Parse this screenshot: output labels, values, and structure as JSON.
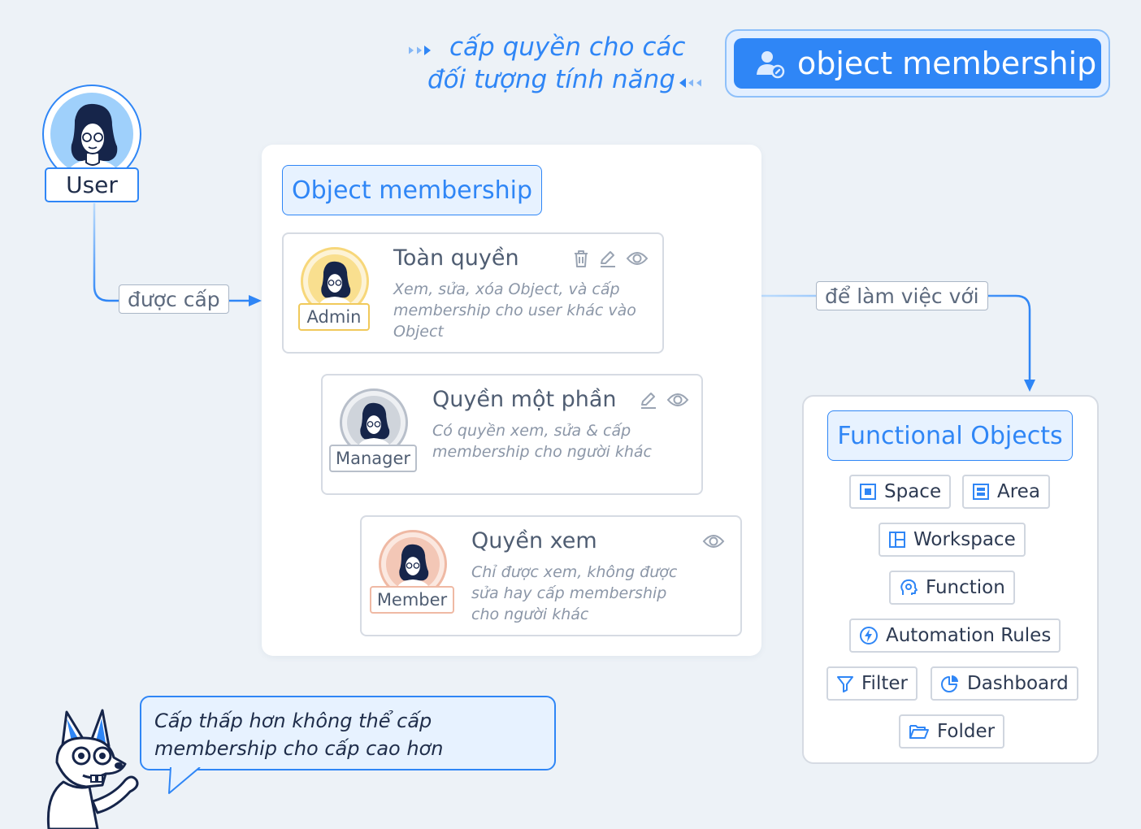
{
  "header": {
    "tagline_line1": "cấp quyền cho các",
    "tagline_line2": "đối tượng tính năng",
    "button_label": "object membership",
    "button_icon": "user-key-icon"
  },
  "user": {
    "label": "User"
  },
  "connectors": {
    "granted_label": "được cấp",
    "work_with_label": "để làm việc với"
  },
  "object_membership": {
    "title": "Object membership",
    "roles": [
      {
        "badge": "Admin",
        "title": "Toàn quyền",
        "description": "Xem, sửa, xóa Object, và cấp membership cho user khác vào Object",
        "actions": [
          "trash-icon",
          "edit-icon",
          "eye-icon"
        ],
        "ring_color": "#f7d77a",
        "badge_color": "#f0c95a"
      },
      {
        "badge": "Manager",
        "title": "Quyền một phần",
        "description": "Có quyền xem, sửa & cấp membership cho người khác",
        "actions": [
          "edit-icon",
          "eye-icon"
        ],
        "ring_color": "#b8bfca",
        "badge_color": "#b8bfca"
      },
      {
        "badge": "Member",
        "title": "Quyền xem",
        "description": "Chỉ được xem, không được sửa hay cấp membership cho người khác",
        "actions": [
          "eye-icon"
        ],
        "ring_color": "#efb9a4",
        "badge_color": "#efb9a4"
      }
    ]
  },
  "functional_objects": {
    "title": "Functional Objects",
    "items": [
      {
        "label": "Space",
        "icon": "square-icon"
      },
      {
        "label": "Area",
        "icon": "area-icon"
      },
      {
        "label": "Workspace",
        "icon": "layout-icon"
      },
      {
        "label": "Function",
        "icon": "function-gear-icon"
      },
      {
        "label": "Automation Rules",
        "icon": "lightning-icon"
      },
      {
        "label": "Filter",
        "icon": "funnel-icon"
      },
      {
        "label": "Dashboard",
        "icon": "pie-chart-icon"
      },
      {
        "label": "Folder",
        "icon": "folder-icon"
      }
    ]
  },
  "mascot": {
    "speech": "Cấp thấp hơn không thể cấp membership cho cấp cao hơn"
  },
  "colors": {
    "accent": "#2f86f6",
    "background": "#edf2f7",
    "admin": "#f7d77a",
    "manager": "#b8bfca",
    "member": "#efb9a4"
  }
}
